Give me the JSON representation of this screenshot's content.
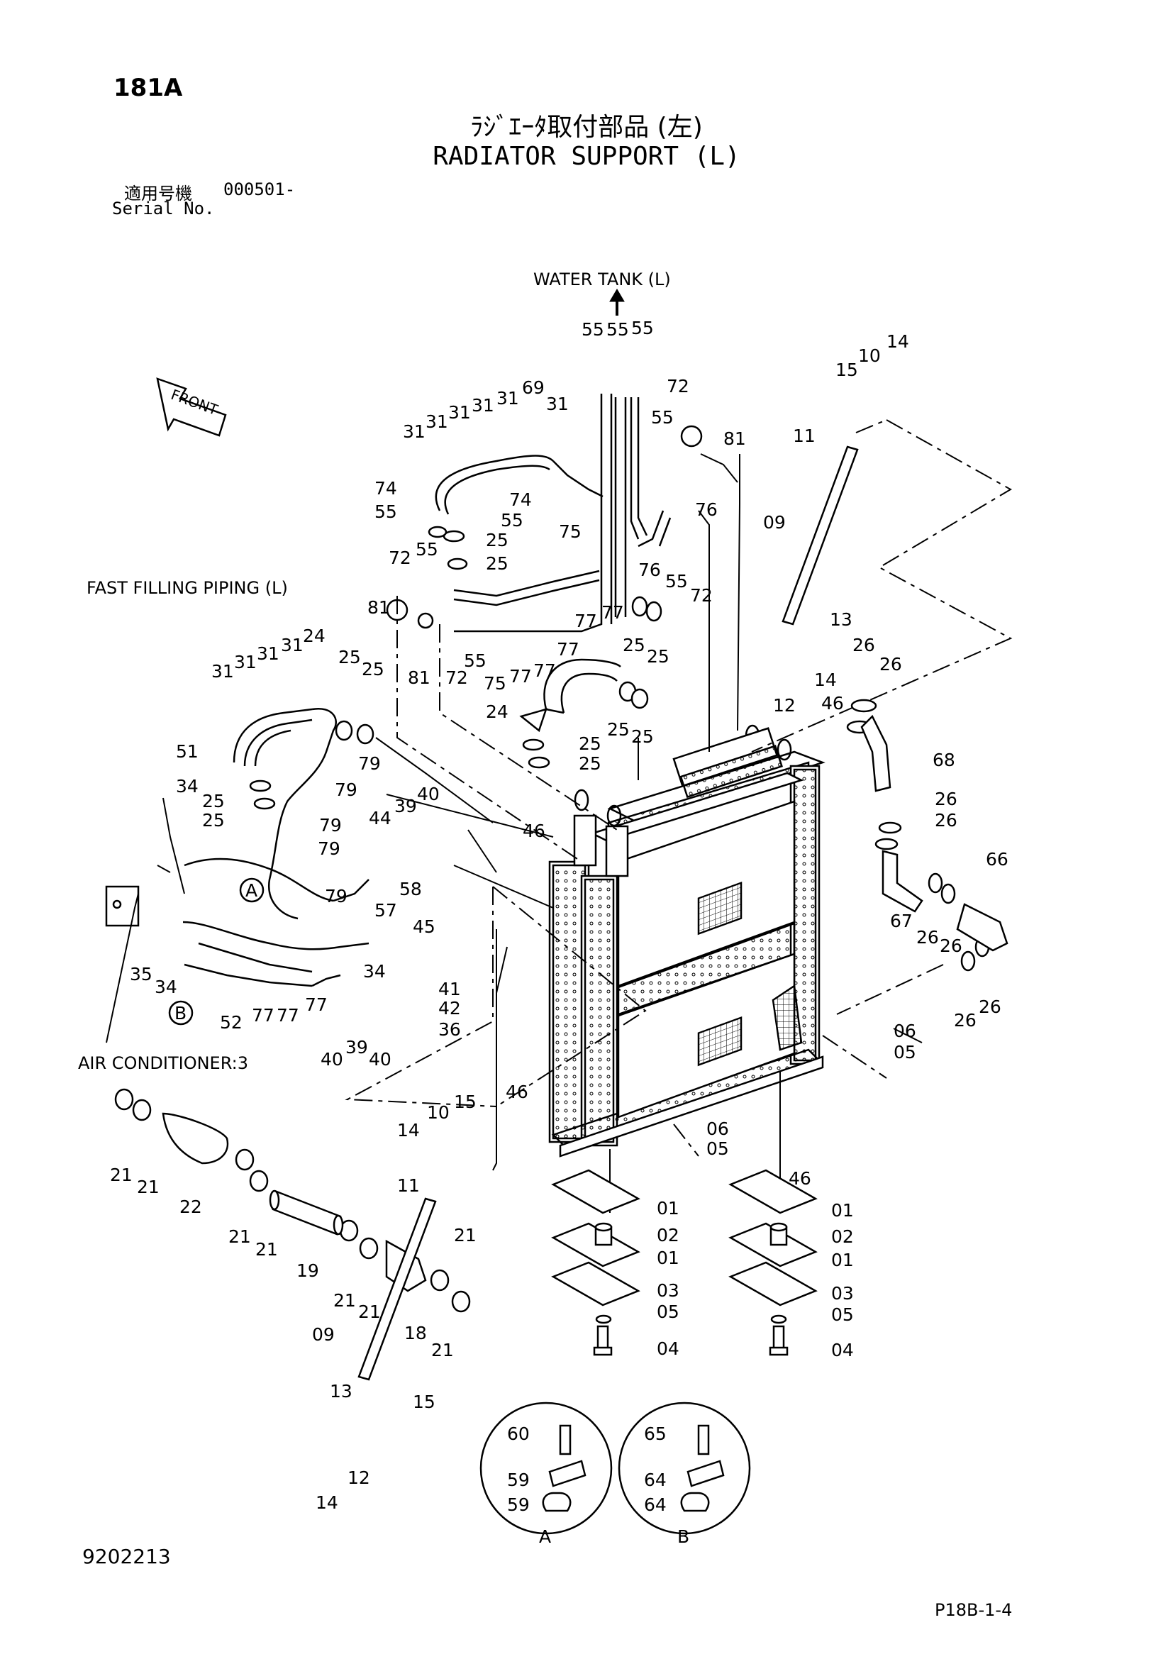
{
  "header": {
    "page_code": "181A",
    "title_jp": "ﾗｼﾞｴｰﾀ取付部品 (左)",
    "title_en": "RADIATOR SUPPORT (L)",
    "serial_label_jp": "適用号機",
    "serial_value": "000501-",
    "serial_label_en": "Serial No."
  },
  "notes": {
    "water_tank": "WATER TANK (L)",
    "front": "FRONT",
    "fast_filling": "FAST FILLING PIPING (L)",
    "air_conditioner": "AIR CONDITIONER:3",
    "detail_a": "A",
    "detail_b": "B"
  },
  "footer": {
    "doc_number": "9202213",
    "sheet_ref": "P18B-1-4"
  },
  "callouts": [
    {
      "n": "55"
    },
    {
      "n": "55"
    },
    {
      "n": "55"
    },
    {
      "n": "72"
    },
    {
      "n": "81"
    },
    {
      "n": "55"
    },
    {
      "n": "31"
    },
    {
      "n": "31"
    },
    {
      "n": "31"
    },
    {
      "n": "31"
    },
    {
      "n": "31"
    },
    {
      "n": "69"
    },
    {
      "n": "31"
    },
    {
      "n": "74"
    },
    {
      "n": "74"
    },
    {
      "n": "55"
    },
    {
      "n": "55"
    },
    {
      "n": "25"
    },
    {
      "n": "25"
    },
    {
      "n": "76"
    },
    {
      "n": "76"
    },
    {
      "n": "55"
    },
    {
      "n": "72"
    },
    {
      "n": "75"
    },
    {
      "n": "72"
    },
    {
      "n": "55"
    },
    {
      "n": "81"
    },
    {
      "n": "81"
    },
    {
      "n": "72"
    },
    {
      "n": "55"
    },
    {
      "n": "75"
    },
    {
      "n": "77"
    },
    {
      "n": "77"
    },
    {
      "n": "77"
    },
    {
      "n": "77"
    },
    {
      "n": "77"
    },
    {
      "n": "25"
    },
    {
      "n": "25"
    },
    {
      "n": "24"
    },
    {
      "n": "25"
    },
    {
      "n": "25"
    },
    {
      "n": "25"
    },
    {
      "n": "25"
    },
    {
      "n": "15"
    },
    {
      "n": "10"
    },
    {
      "n": "14"
    },
    {
      "n": "11"
    },
    {
      "n": "09"
    },
    {
      "n": "13"
    },
    {
      "n": "14"
    },
    {
      "n": "12"
    },
    {
      "n": "26"
    },
    {
      "n": "26"
    },
    {
      "n": "46"
    },
    {
      "n": "68"
    },
    {
      "n": "26"
    },
    {
      "n": "26"
    },
    {
      "n": "66"
    },
    {
      "n": "67"
    },
    {
      "n": "26"
    },
    {
      "n": "26"
    },
    {
      "n": "26"
    },
    {
      "n": "26"
    },
    {
      "n": "31"
    },
    {
      "n": "31"
    },
    {
      "n": "31"
    },
    {
      "n": "31"
    },
    {
      "n": "24"
    },
    {
      "n": "25"
    },
    {
      "n": "25"
    },
    {
      "n": "51"
    },
    {
      "n": "79"
    },
    {
      "n": "34"
    },
    {
      "n": "25"
    },
    {
      "n": "79"
    },
    {
      "n": "25"
    },
    {
      "n": "79"
    },
    {
      "n": "79"
    },
    {
      "n": "79"
    },
    {
      "n": "39"
    },
    {
      "n": "40"
    },
    {
      "n": "44"
    },
    {
      "n": "46"
    },
    {
      "n": "58"
    },
    {
      "n": "57"
    },
    {
      "n": "45"
    },
    {
      "n": "35"
    },
    {
      "n": "34"
    },
    {
      "n": "34"
    },
    {
      "n": "41"
    },
    {
      "n": "52"
    },
    {
      "n": "77"
    },
    {
      "n": "77"
    },
    {
      "n": "77"
    },
    {
      "n": "42"
    },
    {
      "n": "36"
    },
    {
      "n": "40"
    },
    {
      "n": "39"
    },
    {
      "n": "40"
    },
    {
      "n": "46"
    },
    {
      "n": "06"
    },
    {
      "n": "05"
    },
    {
      "n": "06"
    },
    {
      "n": "05"
    },
    {
      "n": "46"
    },
    {
      "n": "01"
    },
    {
      "n": "02"
    },
    {
      "n": "01"
    },
    {
      "n": "03"
    },
    {
      "n": "05"
    },
    {
      "n": "04"
    },
    {
      "n": "01"
    },
    {
      "n": "02"
    },
    {
      "n": "01"
    },
    {
      "n": "03"
    },
    {
      "n": "05"
    },
    {
      "n": "04"
    },
    {
      "n": "21"
    },
    {
      "n": "21"
    },
    {
      "n": "22"
    },
    {
      "n": "21"
    },
    {
      "n": "21"
    },
    {
      "n": "19"
    },
    {
      "n": "21"
    },
    {
      "n": "21"
    },
    {
      "n": "18"
    },
    {
      "n": "21"
    },
    {
      "n": "21"
    },
    {
      "n": "14"
    },
    {
      "n": "10"
    },
    {
      "n": "15"
    },
    {
      "n": "11"
    },
    {
      "n": "09"
    },
    {
      "n": "13"
    },
    {
      "n": "15"
    },
    {
      "n": "14"
    },
    {
      "n": "12"
    },
    {
      "n": "60"
    },
    {
      "n": "59"
    },
    {
      "n": "59"
    },
    {
      "n": "65"
    },
    {
      "n": "64"
    },
    {
      "n": "64"
    }
  ]
}
